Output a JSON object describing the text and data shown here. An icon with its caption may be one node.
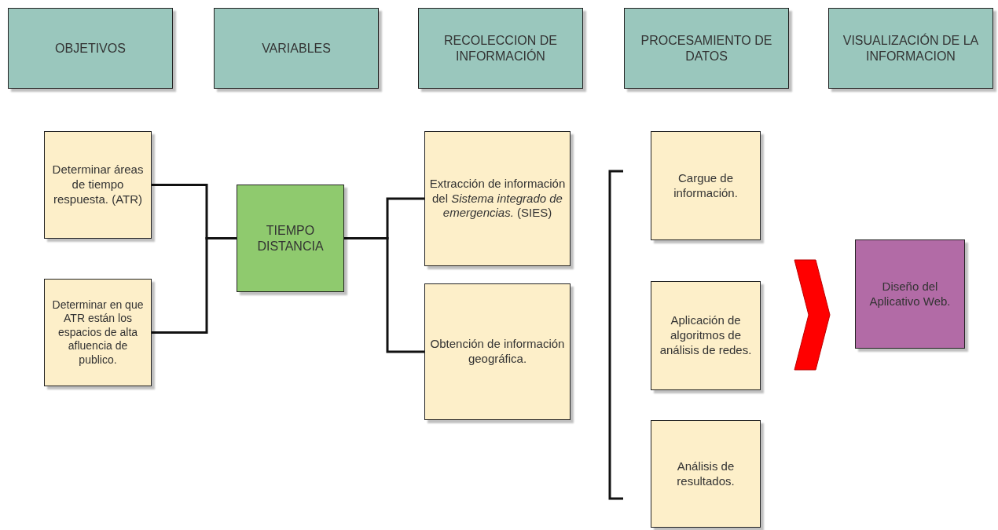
{
  "diagram": {
    "nodes": [
      {
        "text": [
          "OBJETIVOS"
        ]
      },
      {
        "text": [
          "VARIABLES"
        ]
      },
      {
        "text": [
          "RECOLECCION DE INFORMACIÓN"
        ]
      },
      {
        "text": [
          "PROCESAMIENTO DE DATOS"
        ]
      },
      {
        "text": [
          "VISUALIZACIÓN DE LA INFORMACION"
        ]
      },
      {
        "text": [
          "Determinar áreas de tiempo respuesta. (ATR)"
        ]
      },
      {
        "text": [
          "Determinar en que ATR están los espacios de alta afluencia de publico."
        ]
      },
      {
        "text": [
          "TIEMPO DISTANCIA"
        ]
      },
      {
        "text": [
          "Extracción de información del *Sistema integrado de emergencias.* (SIES)"
        ]
      },
      {
        "text": [
          "Obtención de información geográfica."
        ]
      },
      {
        "text": [
          "Cargue de información."
        ]
      },
      {
        "text": [
          "Aplicación de algoritmos de análisis de redes."
        ]
      },
      {
        "text": [
          "Análisis de resultados."
        ]
      },
      {
        "text": [
          "Diseño del Aplicativo Web."
        ]
      }
    ],
    "edges": [
      {
        "from": 5,
        "to": 7,
        "arrow": "none"
      },
      {
        "from": 6,
        "to": 7,
        "arrow": "none"
      },
      {
        "from": 7,
        "to": 8,
        "arrow": "none"
      },
      {
        "from": 7,
        "to": 9,
        "arrow": "none"
      },
      {
        "from": 11,
        "to": 13,
        "arrow": "to",
        "style": "thick",
        "color": "#ff0000"
      }
    ]
  }
}
